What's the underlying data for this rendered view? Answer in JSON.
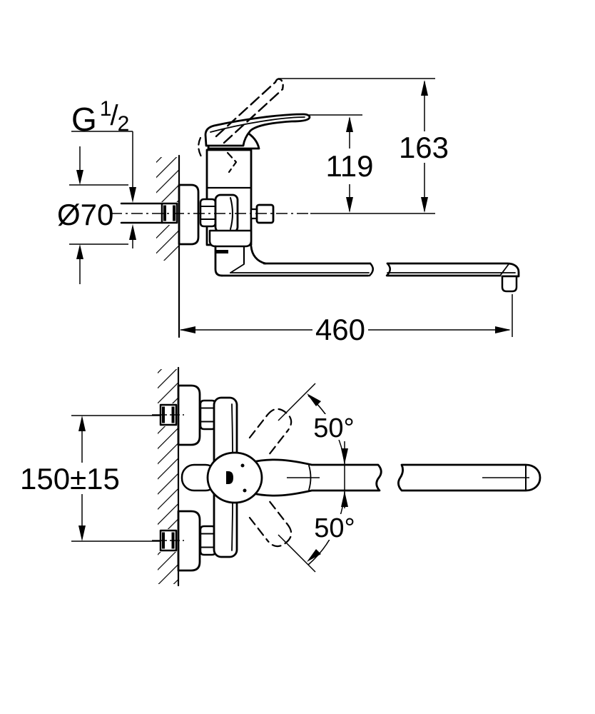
{
  "drawing": {
    "background_color": "#ffffff",
    "line_color": "#000000",
    "dimensions": {
      "thread_size_prefix": "G",
      "thread_size_numerator": "1",
      "thread_size_divider": "/",
      "thread_size_denominator": "2",
      "escutcheon_diameter": "Ø70",
      "lever_height": "119",
      "total_height": "163",
      "spout_reach": "460",
      "connection_spacing": "150±15",
      "swivel_angle_upper": "50°",
      "swivel_angle_lower": "50°"
    }
  }
}
